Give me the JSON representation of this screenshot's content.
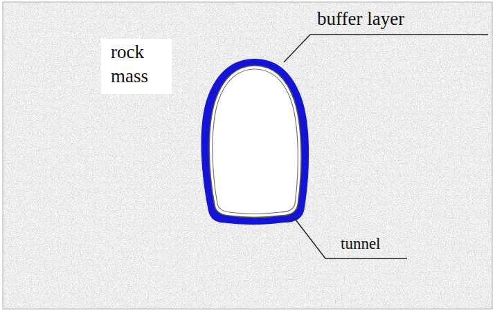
{
  "diagram": {
    "labels": [
      "rock mass",
      "buffer layer",
      "tunnel"
    ]
  }
}
